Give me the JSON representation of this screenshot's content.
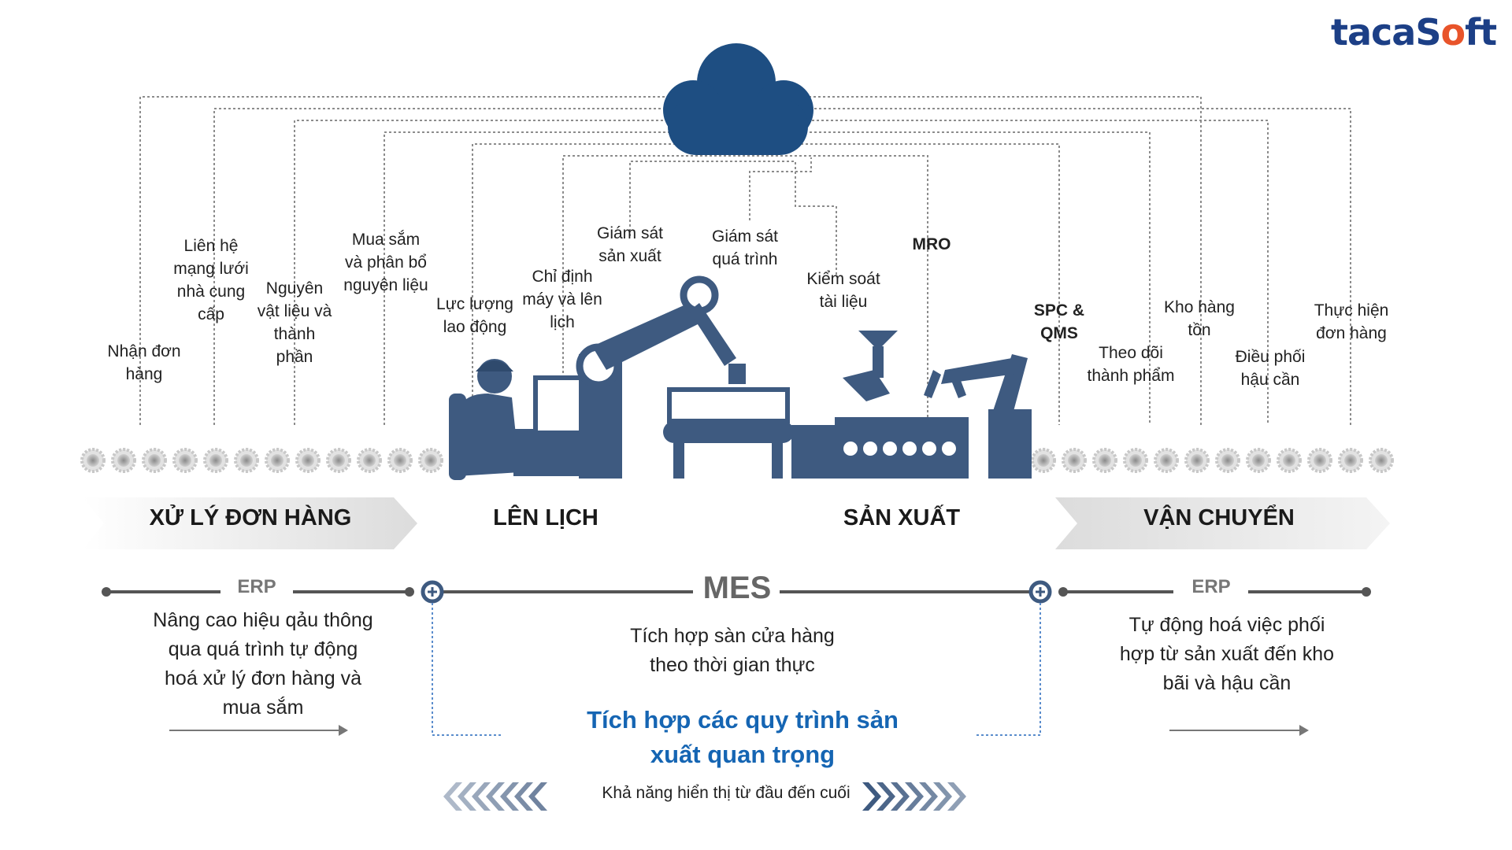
{
  "brand": {
    "logo_pre": "tacaS",
    "logo_o": "o",
    "logo_post": "ft",
    "accent": "#e8542a",
    "primary": "#1c3f86"
  },
  "cloud_icon": "cloud-icon",
  "process_labels": {
    "order_receipt": "Nhận đơn\nhàng",
    "supplier_network": "Liên hệ\nmạng lưới\nnhà cung\ncấp",
    "materials": "Nguyên\nvật liệu và\nthành\nphần",
    "procurement": "Mua sắm\nvà phân bổ\nnguyên liệu",
    "labor": "Lực lượng\nlao động",
    "machine_scheduling": "Chỉ định\nmáy và lên\nlịch",
    "production_monitoring": "Giám sát\nsản xuất",
    "process_monitoring": "Giám sát\nquá trình",
    "document_control": "Kiểm soát\ntài liệu",
    "mro": "MRO",
    "spc_qms": "SPC &\nQMS",
    "finished_goods": "Theo dõi\nthành phẩm",
    "inventory": "Kho hàng\ntồn",
    "logistics": "Điều phối\nhậu cần",
    "order_fulfillment": "Thực hiện\nđơn hàng"
  },
  "stages": {
    "order_processing": "XỬ LÝ ĐƠN HÀNG",
    "scheduling": "LÊN LỊCH",
    "production": "SẢN XUẤT",
    "shipping": "VẬN CHUYỂN"
  },
  "systems": {
    "erp_left": "ERP",
    "mes": "MES",
    "erp_right": "ERP"
  },
  "descriptions": {
    "left": "Nâng cao hiệu qảu thông\nqua quá trình tự động\nhoá xử lý đơn hàng và\nmua sắm",
    "center": "Tích hợp sàn cửa hàng\ntheo thời gian thực",
    "right": "Tự động hoá việc phối\nhợp từ sản xuất đến kho\nbãi và hậu cần"
  },
  "highlight": "Tích hợp các quy trình sản\nxuất quan trọng",
  "visibility": "Khả năng hiển thị từ đầu đến cuối",
  "colors": {
    "navy": "#3e5a80",
    "cloud": "#1e4e82",
    "highlight": "#1565b3",
    "gear": "#b5b5b5"
  }
}
